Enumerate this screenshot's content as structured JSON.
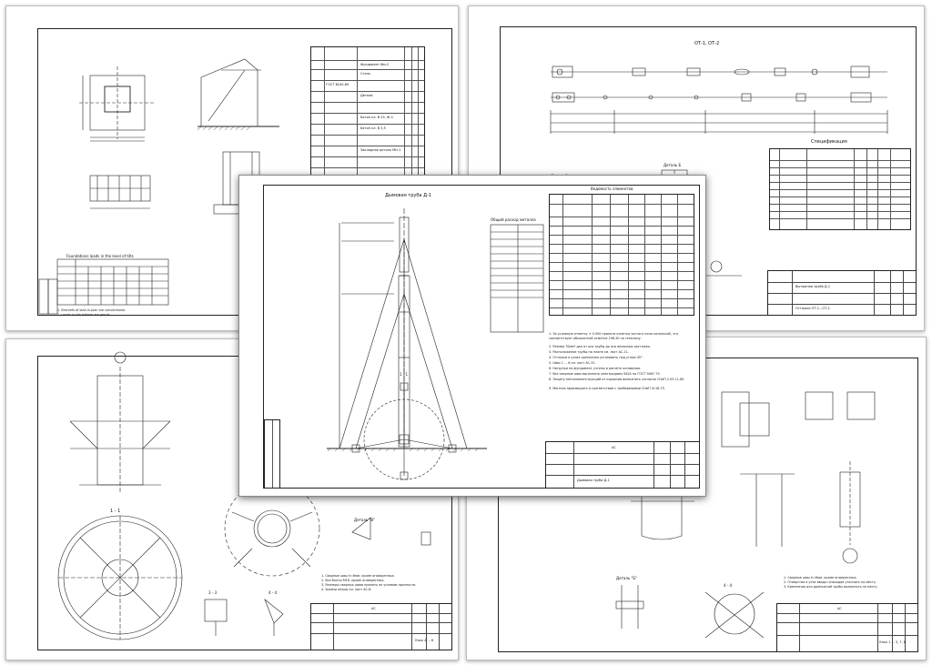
{
  "sheets": {
    "topleft": {
      "table_title": "Foundations loads in the level of tilts",
      "notes": [
        "1. Brackets of stair-in-plan are conventional.",
        "2. Levels in the bottom are grouts"
      ],
      "spec_rows": [
        "Фундамент Фм-2",
        "Сталь",
        "ГОСТ 8240-89",
        "Детали",
        "Бетон кл. В 15, W 4",
        "Бетон кл. В 3,5",
        "Закладная деталь МН-1"
      ]
    },
    "topright": {
      "section_label": "ОТ-1, ОТ-2",
      "detail_1": "Деталь 1",
      "detail_b": "Деталь Б",
      "spec_title": "Спецификация",
      "stamp_title": "Вытяжная труба Д-1",
      "sheet_caption": "Оттяжки ОТ-1...ОТ-2"
    },
    "center": {
      "drawing_title": "Дымовая труба Д-1",
      "section_11": "1 - 1",
      "quantities_title": "Ведомость элементов",
      "metal_title": "Общий расход металла",
      "stamp_code": "АС",
      "stamp_caption": "Дымовая труба Д-1",
      "notes": [
        "1. За условную отметку ± 0.000 принята отметка чистого пола котельной, что соответствует абсолютной отметке 198.30 по генплану.",
        "2. Размер 70мм* дан от оси трубы до оси анкерных растяжек.",
        "3. Расположение трубы на плане см. лист АС-11.",
        "4. Оттяжки в узлах крепления установить под углом 45°.",
        "5. Швы 1 ... 6 см. лист АС-31.",
        "6. Нагрузки на фундамент учтены в расчёте основания.",
        "7. Все сварные швы выполнять электродами Э42А по ГОСТ 9467-75.",
        "8. Защиту металлоконструкций от коррозии выполнить согласно СНиП 2.03.11-85.",
        "9. Монтаж производить в соответствии с требованиями СНиП III-18-75."
      ]
    },
    "bottomleft": {
      "section_11": "1 - 1",
      "section_33": "3 - 3",
      "section_44": "4 - 4",
      "detail_v": "Деталь \"В\"",
      "stamp_code": "АС",
      "sheet_caption": "Узлы 4 ... 6",
      "notes": [
        "1. Сварные швы h=6мм, кроме оговоренных.",
        "2. Все болты М16, кроме оговоренных.",
        "3. Размеры сварных швов принять по условию прочности.",
        "4. Уровни опоры см. лист АС-8."
      ]
    },
    "bottomright": {
      "section_44": "4 - 4",
      "detail_b": "Деталь \"Б\"",
      "stamp_code": "АС",
      "sheet_caption": "Узлы 1 ... 3, 7, 8",
      "notes": [
        "1. Сварные швы h=6мм, кроме оговоренных.",
        "2. Отверстия в узле ввода газоходов уточнить по месту.",
        "3. Крепления для дренажной трубы выполнить по месту."
      ]
    }
  }
}
